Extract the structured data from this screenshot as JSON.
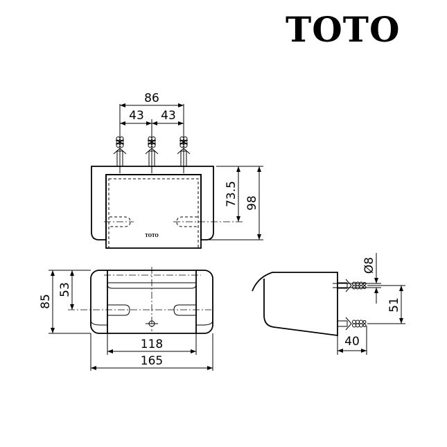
{
  "brand": {
    "name": "TOTO"
  },
  "front_view": {
    "dims": {
      "total_spacing": "86",
      "left_spacing": "43",
      "right_spacing": "43",
      "height_to_center": "73.5",
      "total_height": "98"
    },
    "logo_text": "TOTO"
  },
  "top_view": {
    "dims": {
      "depth": "85",
      "depth_to_center": "53",
      "inner_width": "118",
      "total_width": "165"
    }
  },
  "side_view": {
    "dims": {
      "anchor_diameter": "Ø8",
      "anchor_spacing": "51",
      "anchor_length": "40"
    }
  },
  "colors": {
    "line": "#000000",
    "background": "#ffffff"
  }
}
